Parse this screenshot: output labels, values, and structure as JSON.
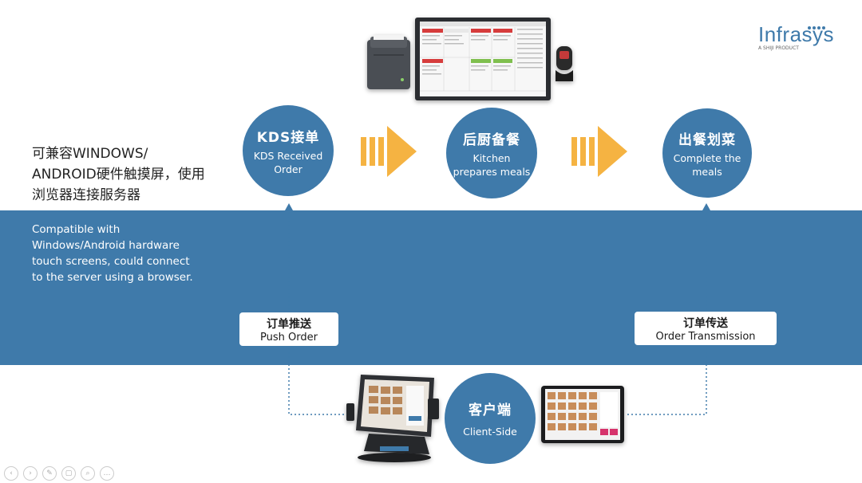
{
  "logo": {
    "name": "Infrasys",
    "sub": "A SHIJI PRODUCT"
  },
  "left_text": {
    "cn": "可兼容WINDOWS/ANDROID硬件触摸屏，使用浏览器连接服务器",
    "cn_lines": [
      "可兼容WINDOWS/",
      "ANDROID硬件触摸屏，使用",
      "浏览器连接服务器"
    ],
    "en_lines": [
      "Compatible with",
      "Windows/Android hardware",
      "touch screens, could connect",
      "to the server using a browser."
    ]
  },
  "steps": [
    {
      "cn": "KDS接单",
      "en_lines": [
        "KDS Received",
        "Order"
      ]
    },
    {
      "cn": "后厨备餐",
      "en_lines": [
        "Kitchen",
        "prepares meals"
      ]
    },
    {
      "cn": "出餐划菜",
      "en_lines": [
        "Complete the",
        "meals"
      ]
    }
  ],
  "client": {
    "cn": "客户端",
    "en": "Client-Side"
  },
  "push_order": {
    "cn": "订单推送",
    "en": "Push Order"
  },
  "order_transmission": {
    "cn": "订单传送",
    "en": "Order Transmission"
  },
  "colors": {
    "primary": "#3f7aaa",
    "arrow": "#f5b342",
    "white": "#ffffff"
  },
  "icons": [
    "printer-icon",
    "kds-monitor-icon",
    "scanner-icon",
    "pos-terminal-icon",
    "tablet-icon",
    "forward-arrow-icon"
  ]
}
